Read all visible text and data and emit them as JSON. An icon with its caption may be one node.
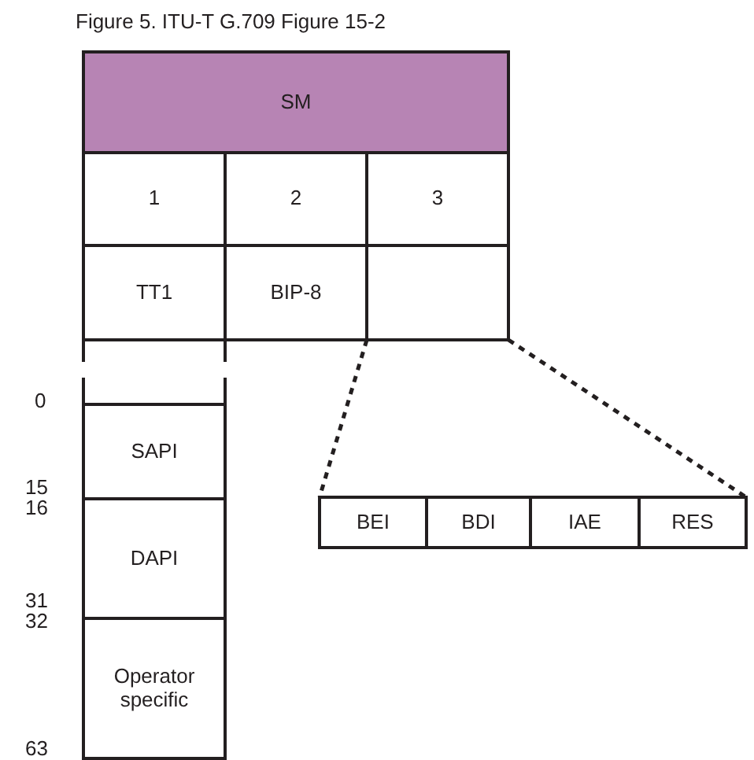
{
  "diagram": {
    "title": "Figure 5. ITU-T G.709 Figure 15-2",
    "nodes": [
      {
        "text": [
          "SM"
        ]
      },
      {
        "text": [
          "1"
        ]
      },
      {
        "text": [
          "2"
        ]
      },
      {
        "text": [
          "3"
        ]
      },
      {
        "text": [
          "TT1"
        ]
      },
      {
        "text": [
          "BIP-8"
        ]
      },
      {
        "text": [],
        "shape": "box"
      },
      {
        "text": [
          "SAPI"
        ]
      },
      {
        "text": [
          "DAPI"
        ]
      },
      {
        "text": [
          "Operator specific"
        ]
      },
      {
        "text": [],
        "shape": "box"
      },
      {
        "text": [
          "BEI"
        ],
        "in": 10
      },
      {
        "text": [
          "BDI"
        ],
        "in": 10
      },
      {
        "text": [
          "IAE"
        ],
        "in": 10
      },
      {
        "text": [
          "RES"
        ],
        "in": 10
      }
    ],
    "edges": [
      {
        "from": 6,
        "to": 10,
        "arrow": "none",
        "style": "dashed"
      },
      {
        "from": 6,
        "to": 10,
        "arrow": "none",
        "style": "dashed"
      }
    ],
    "labels": [
      "0",
      "15",
      "16",
      "31",
      "32",
      "63"
    ]
  }
}
